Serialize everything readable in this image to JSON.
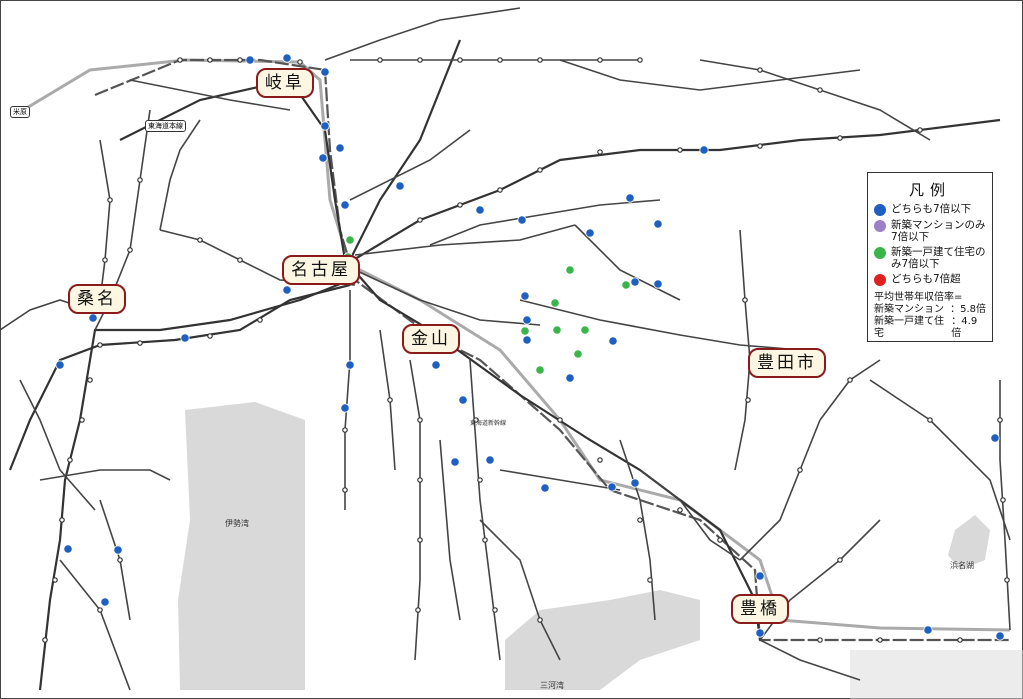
{
  "map": {
    "cities": [
      {
        "id": "gifu",
        "name": "岐阜"
      },
      {
        "id": "nagoya",
        "name": "名古屋"
      },
      {
        "id": "kuwana",
        "name": "桑名"
      },
      {
        "id": "kanayama",
        "name": "金山"
      },
      {
        "id": "toyota",
        "name": "豊田市"
      },
      {
        "id": "toyohashi",
        "name": "豊橋"
      }
    ],
    "places": {
      "ise_bay": "伊勢湾",
      "mikawa_bay": "三河湾",
      "hamanako": "浜名湖",
      "tokaido_shinkansen": "東海道新幹線"
    },
    "boxed_stations": {
      "maibara": "米原",
      "tokaido_line": "東海道本線"
    }
  },
  "legend": {
    "title": "凡例",
    "items": [
      {
        "label": "どちらも7倍以下",
        "color": "#1e5fbf"
      },
      {
        "label": "新築マンションのみ7倍以下",
        "color": "#9b7fc7"
      },
      {
        "label": "新築一戸建て住宅のみ7倍以下",
        "color": "#39b54a"
      },
      {
        "label": "どちらも7倍超",
        "color": "#e02020"
      }
    ],
    "stats_title": "平均世帯年収倍率=",
    "stats": [
      {
        "label": "新築マンション",
        "value": "：5.8倍"
      },
      {
        "label": "新築一戸建て住宅",
        "value": "：4.9倍"
      }
    ]
  }
}
